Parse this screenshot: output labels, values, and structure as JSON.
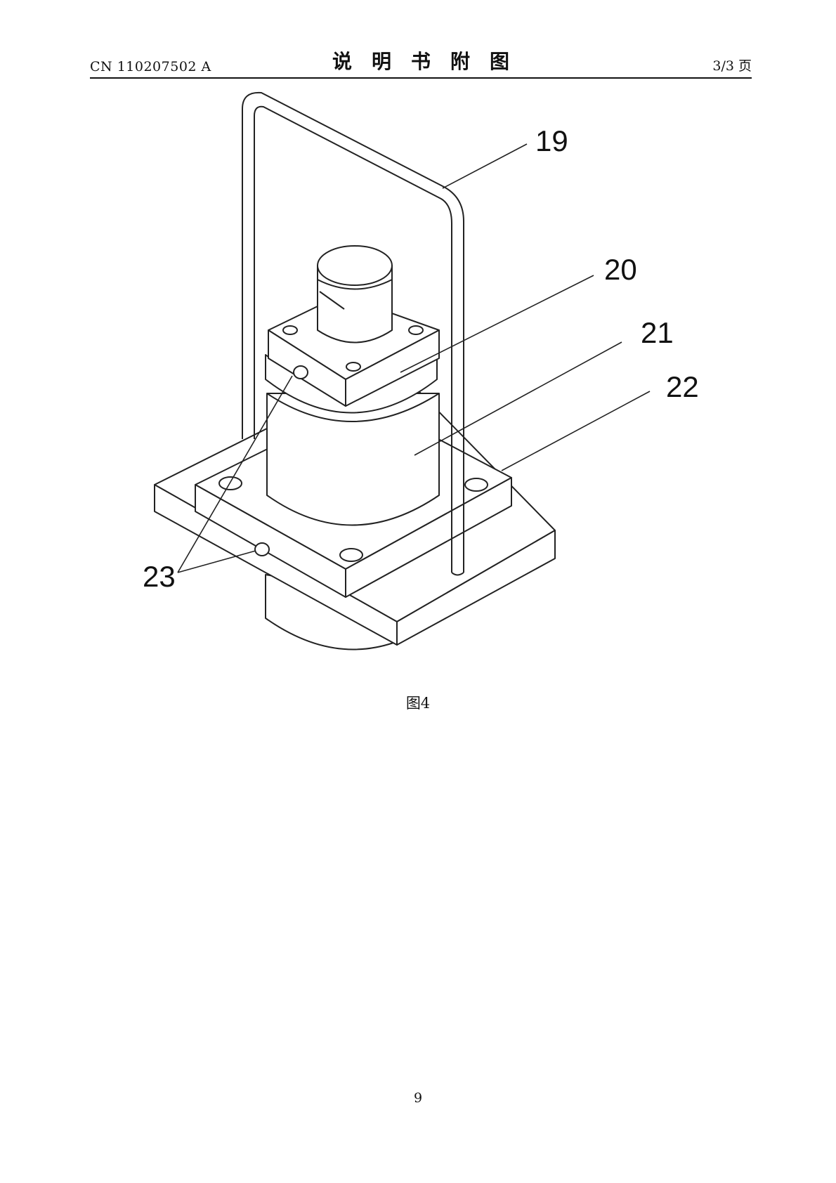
{
  "header": {
    "doc_number": "CN 110207502 A",
    "title": "说明书附图",
    "page_of": "3/3 页"
  },
  "figure": {
    "labels": {
      "l19": "19",
      "l20": "20",
      "l21": "21",
      "l22": "22",
      "l23": "23"
    },
    "caption": "图4"
  },
  "footer": {
    "page_number": "9"
  }
}
